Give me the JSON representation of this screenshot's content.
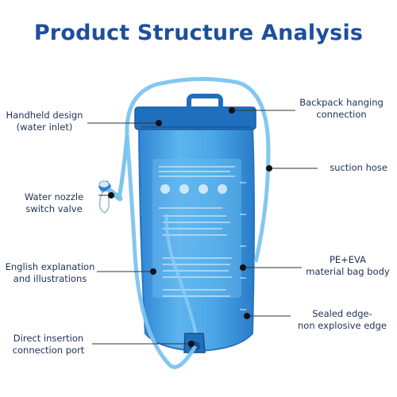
{
  "title": "Product Structure Analysis",
  "labels": {
    "handheld": [
      "Handheld design",
      "(water inlet)"
    ],
    "water_nozzle": [
      "Water nozzle",
      "switch valve"
    ],
    "english": [
      "English explanation",
      "and illustrations"
    ],
    "direct": [
      "Direct insertion",
      "connection port"
    ],
    "backpack": [
      "Backpack hanging",
      "connection"
    ],
    "suction": [
      "suction hose"
    ],
    "pe_eva": [
      "PE+EVA",
      "material bag body"
    ],
    "sealed": [
      "Sealed edge-",
      "non explosive edge"
    ]
  },
  "colors": {
    "title": "#1d4f9c",
    "label_text": "#1f2f55",
    "leader_line": "#333333",
    "bag_blue": "#4aa6e6",
    "bag_dark": "#1f6fbf",
    "hose": "#7cc4f0"
  }
}
